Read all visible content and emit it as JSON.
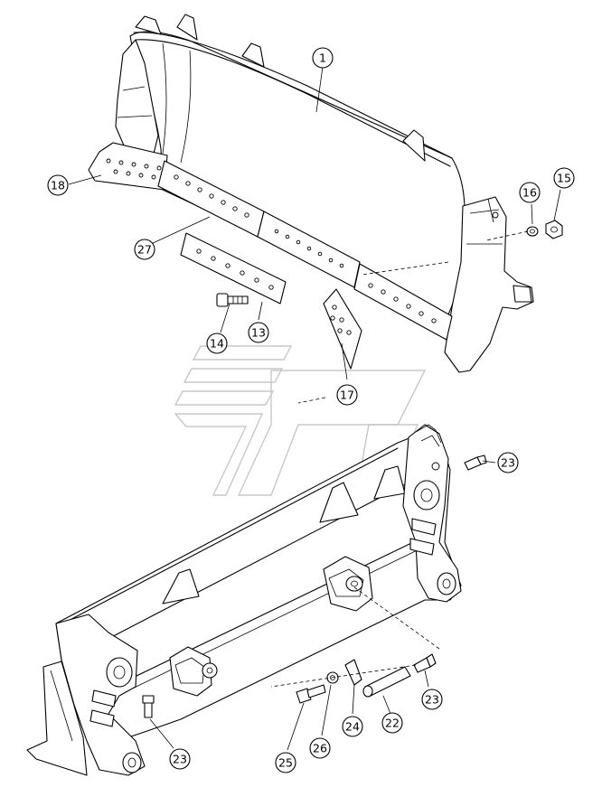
{
  "callouts": [
    {
      "id": "c1",
      "label": "1"
    },
    {
      "id": "c18",
      "label": "18"
    },
    {
      "id": "c16",
      "label": "16"
    },
    {
      "id": "c15",
      "label": "15"
    },
    {
      "id": "c27",
      "label": "27"
    },
    {
      "id": "c14",
      "label": "14"
    },
    {
      "id": "c13",
      "label": "13"
    },
    {
      "id": "c17",
      "label": "17"
    },
    {
      "id": "c23a",
      "label": "23"
    },
    {
      "id": "c23b",
      "label": "23"
    },
    {
      "id": "c23c",
      "label": "23"
    },
    {
      "id": "c22",
      "label": "22"
    },
    {
      "id": "c24",
      "label": "24"
    },
    {
      "id": "c26",
      "label": "26"
    },
    {
      "id": "c25",
      "label": "25"
    }
  ]
}
